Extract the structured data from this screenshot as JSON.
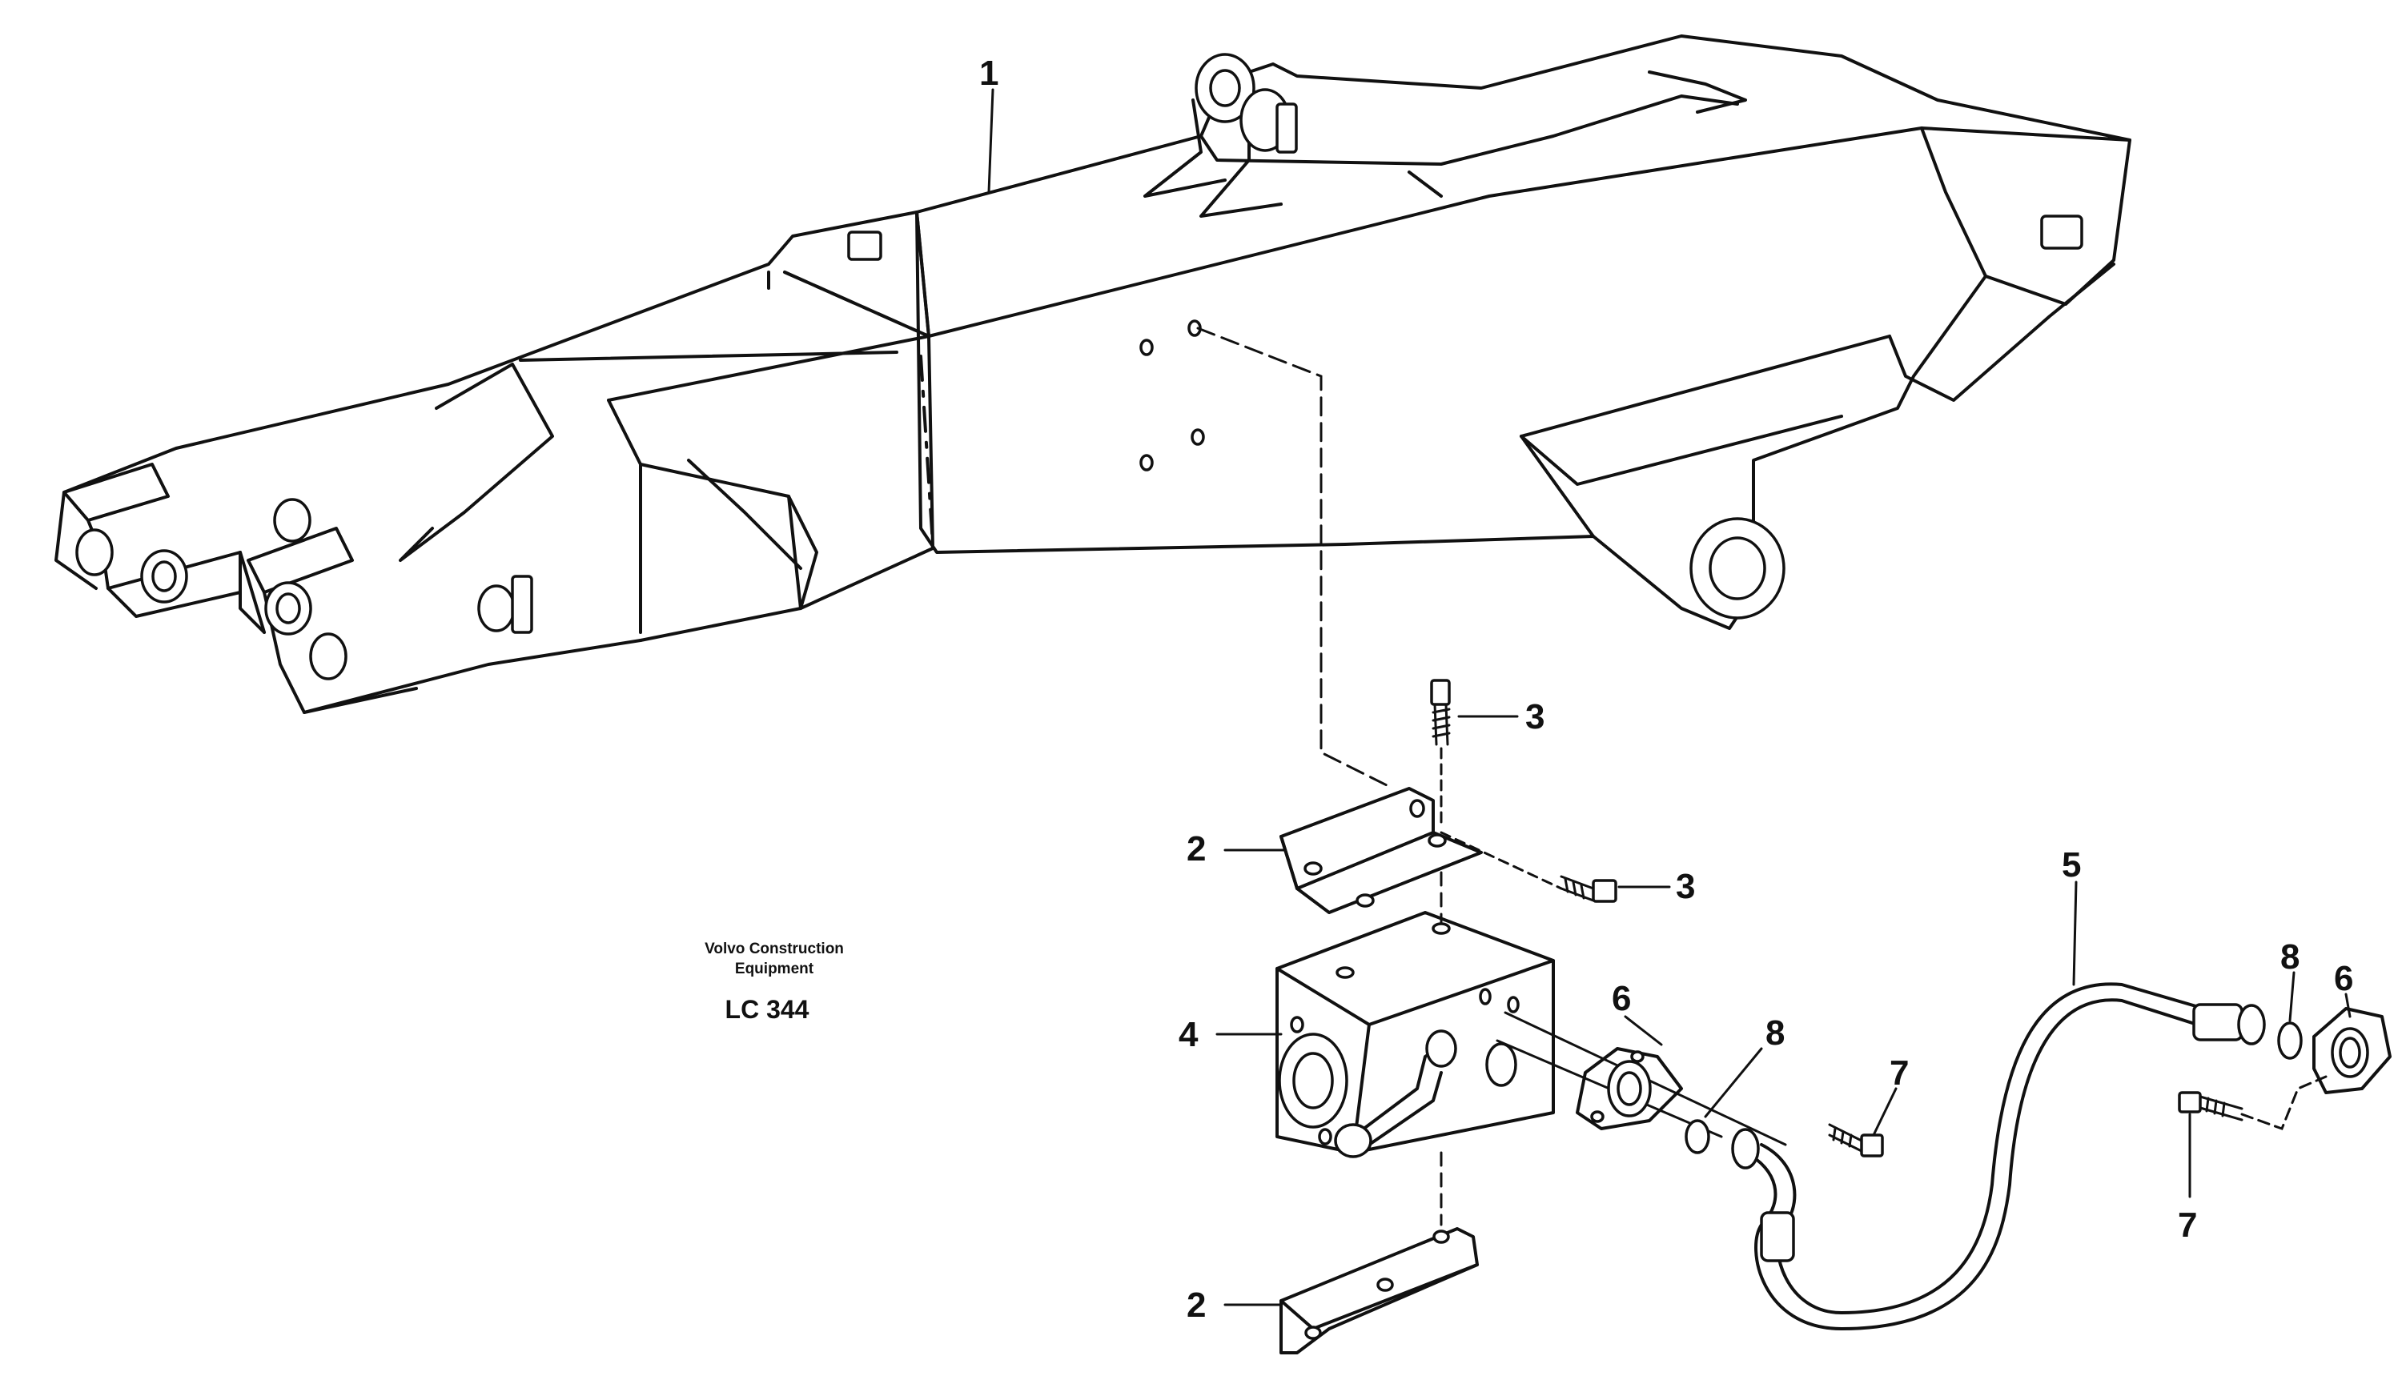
{
  "caption": {
    "company_line1": "Volvo Construction",
    "company_line2": "Equipment",
    "code": "LC 344"
  },
  "callouts": [
    {
      "id": "c1",
      "text": "1"
    },
    {
      "id": "c2a",
      "text": "2"
    },
    {
      "id": "c2b",
      "text": "2"
    },
    {
      "id": "c3a",
      "text": "3"
    },
    {
      "id": "c3b",
      "text": "3"
    },
    {
      "id": "c4",
      "text": "4"
    },
    {
      "id": "c5",
      "text": "5"
    },
    {
      "id": "c6a",
      "text": "6"
    },
    {
      "id": "c6b",
      "text": "6"
    },
    {
      "id": "c7a",
      "text": "7"
    },
    {
      "id": "c7b",
      "text": "7"
    },
    {
      "id": "c8a",
      "text": "8"
    },
    {
      "id": "c8b",
      "text": "8"
    }
  ]
}
